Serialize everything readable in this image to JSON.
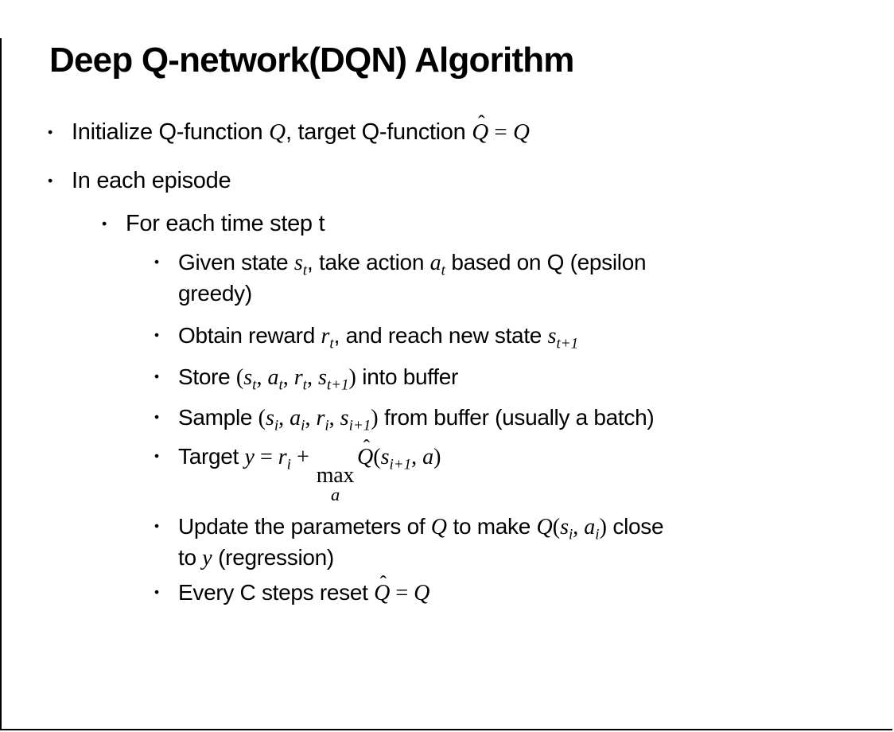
{
  "slide": {
    "title": "Deep Q-network(DQN) Algorithm",
    "marker_glyph": "•",
    "hat_glyph": "ˆ",
    "colors": {
      "text": "#000000",
      "background": "#ffffff",
      "page_border": "#000000"
    },
    "bullets": [
      {
        "level": 1,
        "lines": [
          [
            [
              "t",
              "Initialize Q-function "
            ],
            [
              "m",
              "Q"
            ],
            [
              "t",
              ", target Q-function "
            ],
            [
              "mh",
              "Q"
            ],
            [
              "mr",
              " = "
            ],
            [
              "m",
              "Q"
            ]
          ]
        ]
      },
      {
        "level": 1,
        "lines": [
          [
            [
              "t",
              "In each episode"
            ]
          ]
        ]
      },
      {
        "level": 2,
        "lines": [
          [
            [
              "t",
              "For each time step t"
            ]
          ]
        ]
      },
      {
        "level": 3,
        "lines": [
          [
            [
              "t",
              "Given state "
            ],
            [
              "ms",
              "s",
              "t"
            ],
            [
              "t",
              ", take action "
            ],
            [
              "ms",
              "a",
              "t"
            ],
            [
              "t",
              " based on Q (epsilon"
            ]
          ],
          [
            [
              "t",
              "greedy)"
            ]
          ]
        ]
      },
      {
        "level": 3,
        "lines": [
          [
            [
              "t",
              "Obtain reward "
            ],
            [
              "ms",
              "r",
              "t"
            ],
            [
              "t",
              ", and reach new state "
            ],
            [
              "ms",
              "s",
              "t+1"
            ]
          ]
        ]
      },
      {
        "level": 3,
        "lines": [
          [
            [
              "t",
              "Store "
            ],
            [
              "mr",
              "("
            ],
            [
              "ms",
              "s",
              "t"
            ],
            [
              "mr",
              ", "
            ],
            [
              "ms",
              "a",
              "t"
            ],
            [
              "mr",
              ", "
            ],
            [
              "ms",
              "r",
              "t"
            ],
            [
              "mr",
              ", "
            ],
            [
              "ms",
              "s",
              "t+1"
            ],
            [
              "mr",
              ")"
            ],
            [
              "t",
              " into buffer"
            ]
          ]
        ]
      },
      {
        "level": 3,
        "lines": [
          [
            [
              "t",
              "Sample "
            ],
            [
              "mr",
              "("
            ],
            [
              "ms",
              "s",
              "i"
            ],
            [
              "mr",
              ", "
            ],
            [
              "ms",
              "a",
              "i"
            ],
            [
              "mr",
              ", "
            ],
            [
              "ms",
              "r",
              "i"
            ],
            [
              "mr",
              ", "
            ],
            [
              "ms",
              "s",
              "i+1"
            ],
            [
              "mr",
              ")"
            ],
            [
              "t",
              " from buffer (usually a batch)"
            ]
          ]
        ]
      },
      {
        "level": 3,
        "lines": [
          [
            [
              "t",
              "Target "
            ],
            [
              "m",
              "y"
            ],
            [
              "mr",
              " = "
            ],
            [
              "ms",
              "r",
              "i"
            ],
            [
              "mr",
              " + "
            ],
            [
              "max",
              "max",
              "a"
            ],
            [
              "mh",
              "Q"
            ],
            [
              "mr",
              "("
            ],
            [
              "ms",
              "s",
              "i+1"
            ],
            [
              "mr",
              ", "
            ],
            [
              "m",
              "a"
            ],
            [
              "mr",
              ")"
            ]
          ]
        ]
      },
      {
        "level": 3,
        "lines": [
          [
            [
              "t",
              "Update the parameters of "
            ],
            [
              "m",
              "Q"
            ],
            [
              "t",
              " to make "
            ],
            [
              "m",
              "Q"
            ],
            [
              "mr",
              "("
            ],
            [
              "ms",
              "s",
              "i"
            ],
            [
              "mr",
              ", "
            ],
            [
              "ms",
              "a",
              "i"
            ],
            [
              "mr",
              ")"
            ],
            [
              "t",
              " close"
            ]
          ],
          [
            [
              "t",
              "to "
            ],
            [
              "m",
              "y"
            ],
            [
              "t",
              " (regression)"
            ]
          ]
        ]
      },
      {
        "level": 3,
        "lines": [
          [
            [
              "t",
              "Every C steps reset "
            ],
            [
              "mh",
              "Q"
            ],
            [
              "mr",
              " = "
            ],
            [
              "m",
              "Q"
            ]
          ]
        ]
      }
    ]
  }
}
